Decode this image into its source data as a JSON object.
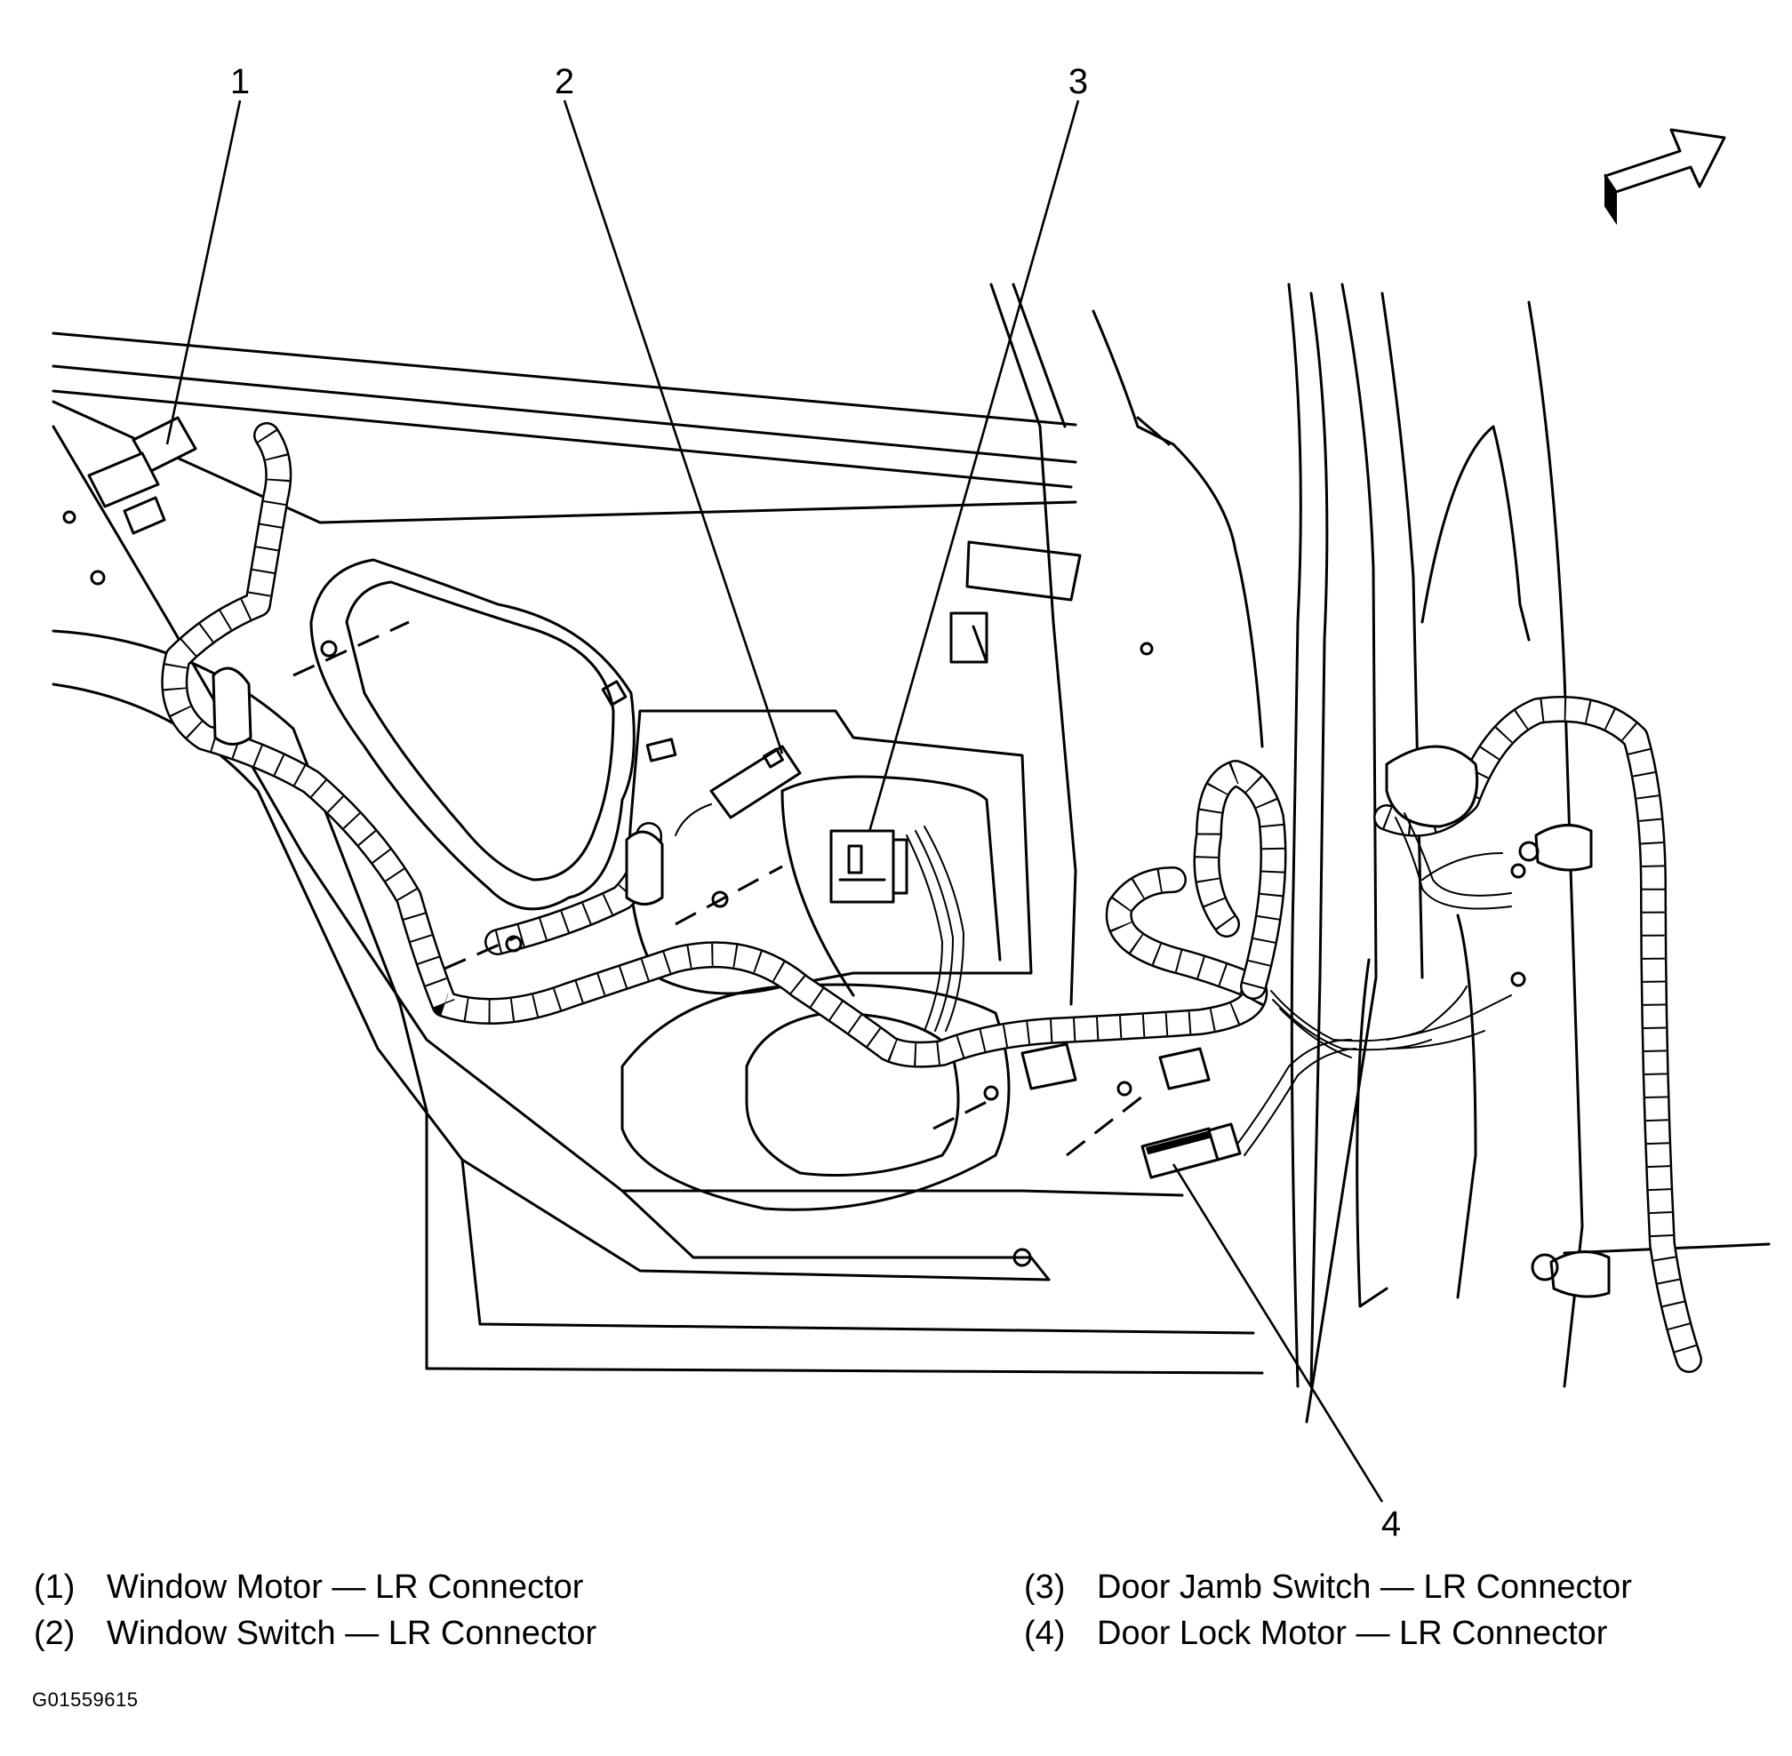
{
  "callouts": [
    "1",
    "2",
    "3",
    "4"
  ],
  "legend": [
    {
      "num": "(1)",
      "label": "Window Motor — LR Connector"
    },
    {
      "num": "(2)",
      "label": "Window Switch — LR Connector"
    },
    {
      "num": "(3)",
      "label": "Door Jamb Switch — LR Connector"
    },
    {
      "num": "(4)",
      "label": "Door Lock Motor — LR Connector"
    }
  ],
  "figure_code": "G01559615",
  "icons": {
    "direction_arrow": "forward-arrow-icon"
  }
}
